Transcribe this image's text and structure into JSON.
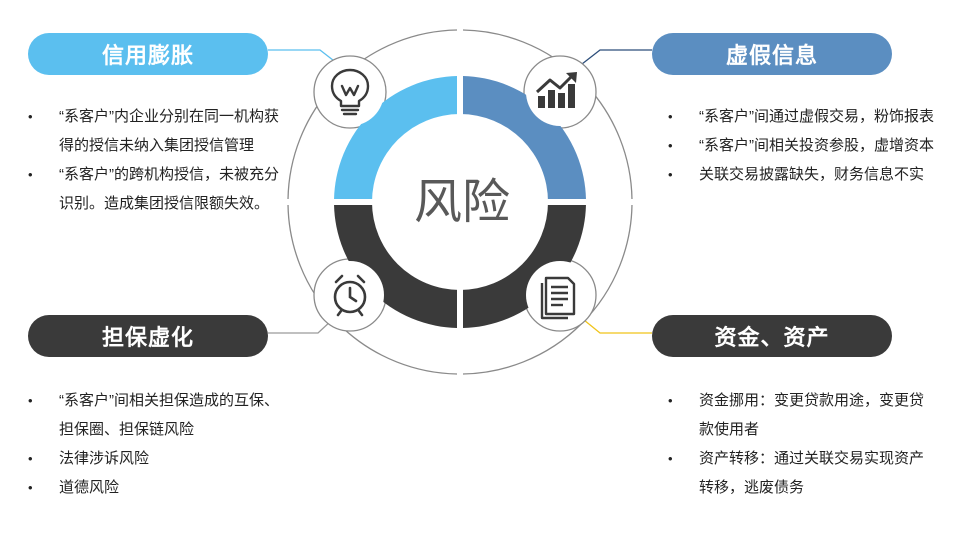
{
  "center_label": "风险",
  "quadrants": {
    "top_left": {
      "title": "信用膨胀",
      "icon": "lightbulb-icon",
      "color": "#5bbfef",
      "items": [
        "“系客户”内企业分别在同一机构获得的授信未纳入集团授信管理",
        "“系客户”的跨机构授信，未被充分识别。造成集团授信限额失效。"
      ]
    },
    "top_right": {
      "title": "虚假信息",
      "icon": "growth-chart-icon",
      "color": "#5b8ec1",
      "items": [
        "“系客户”间通过虚假交易，粉饰报表",
        "“系客户”间相关投资参股，虚增资本",
        "关联交易披露缺失，财务信息不实"
      ]
    },
    "bottom_left": {
      "title": "担保虚化",
      "icon": "alarm-clock-icon",
      "color": "#3a3a3a",
      "items": [
        "“系客户”间相关担保造成的互保、担保圈、担保链风险",
        "法律涉诉风险",
        "道德风险"
      ]
    },
    "bottom_right": {
      "title": "资金、资产",
      "icon": "document-icon",
      "color": "#3a3a3a",
      "items": [
        "资金挪用：变更贷款用途，变更贷款使用者",
        "资产转移：通过关联交易实现资产转移，逃废债务"
      ]
    }
  },
  "colors": {
    "outline": "#8a8a8a",
    "connector_tl": "#5bbfef",
    "connector_tr": "#2c4e7a",
    "connector_bl": "#9a9a9a",
    "connector_br": "#f0c419",
    "center_text": "#595959",
    "icon": "#3a3a3a"
  }
}
